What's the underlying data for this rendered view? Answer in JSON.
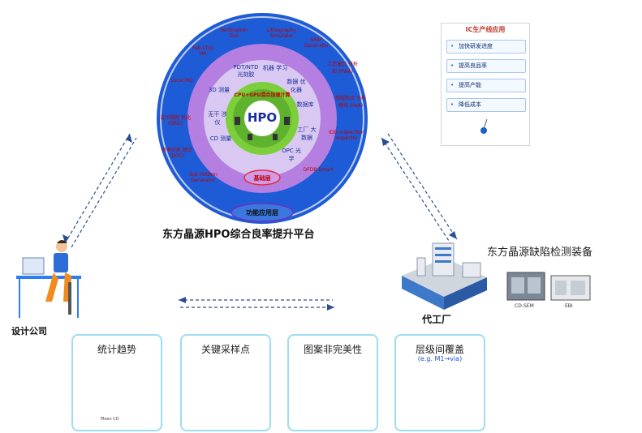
{
  "hpo_wheel": {
    "center": "HPO",
    "core_ring": "CPU+GPU混合加速计算",
    "inner_ring": [
      "PDT/NTD 光刻胶",
      "机器 学习",
      "数据 优化器",
      "数据库",
      "工厂 大数据",
      "OPC 光学",
      "3D 测量",
      "无干 涉仪",
      "CD 测量"
    ],
    "foundation_label": "基础层",
    "outer_ring": [
      "Verification Tool",
      "Lithography Simulator",
      "SRAF Generator",
      "工艺窗口 分析和 (PWA)",
      "制程热点 分析模块 (HsA)",
      "IDD Inspection Inspector",
      "DFDB Smart",
      "Test Pattern Generator",
      "良率分析 统计 (DOC)",
      "设计规则 优化 (DRO)",
      "Local MO",
      "Fab-Chip HA"
    ],
    "application_label": "功能应用层"
  },
  "platform_title": "东方晶源HPO综合良率提升平台",
  "design_company": "设计公司",
  "foundry": "代工厂",
  "equipment_title": "东方晶源缺陷检测装备",
  "equipment": [
    "CD-SEM",
    "EBI"
  ],
  "ic_panel": {
    "title": "IC生产线应用",
    "items": [
      "加快研发进度",
      "提高良品率",
      "提高产能",
      "降低成本"
    ]
  },
  "cards": [
    {
      "title": "统计趋势",
      "axis_label": "Mean CD"
    },
    {
      "title": "关键采样点"
    },
    {
      "title": "图案非完美性"
    },
    {
      "title": "层级间覆盖",
      "subtitle": "(e.g. M1→via)"
    }
  ],
  "colors": {
    "outer_ring": "#1e5bd6",
    "middle_ring": "#b47fe0",
    "inner_ring": "#d9c8f1",
    "core": "#7ccf3a",
    "accent_red": "#d0342c"
  }
}
